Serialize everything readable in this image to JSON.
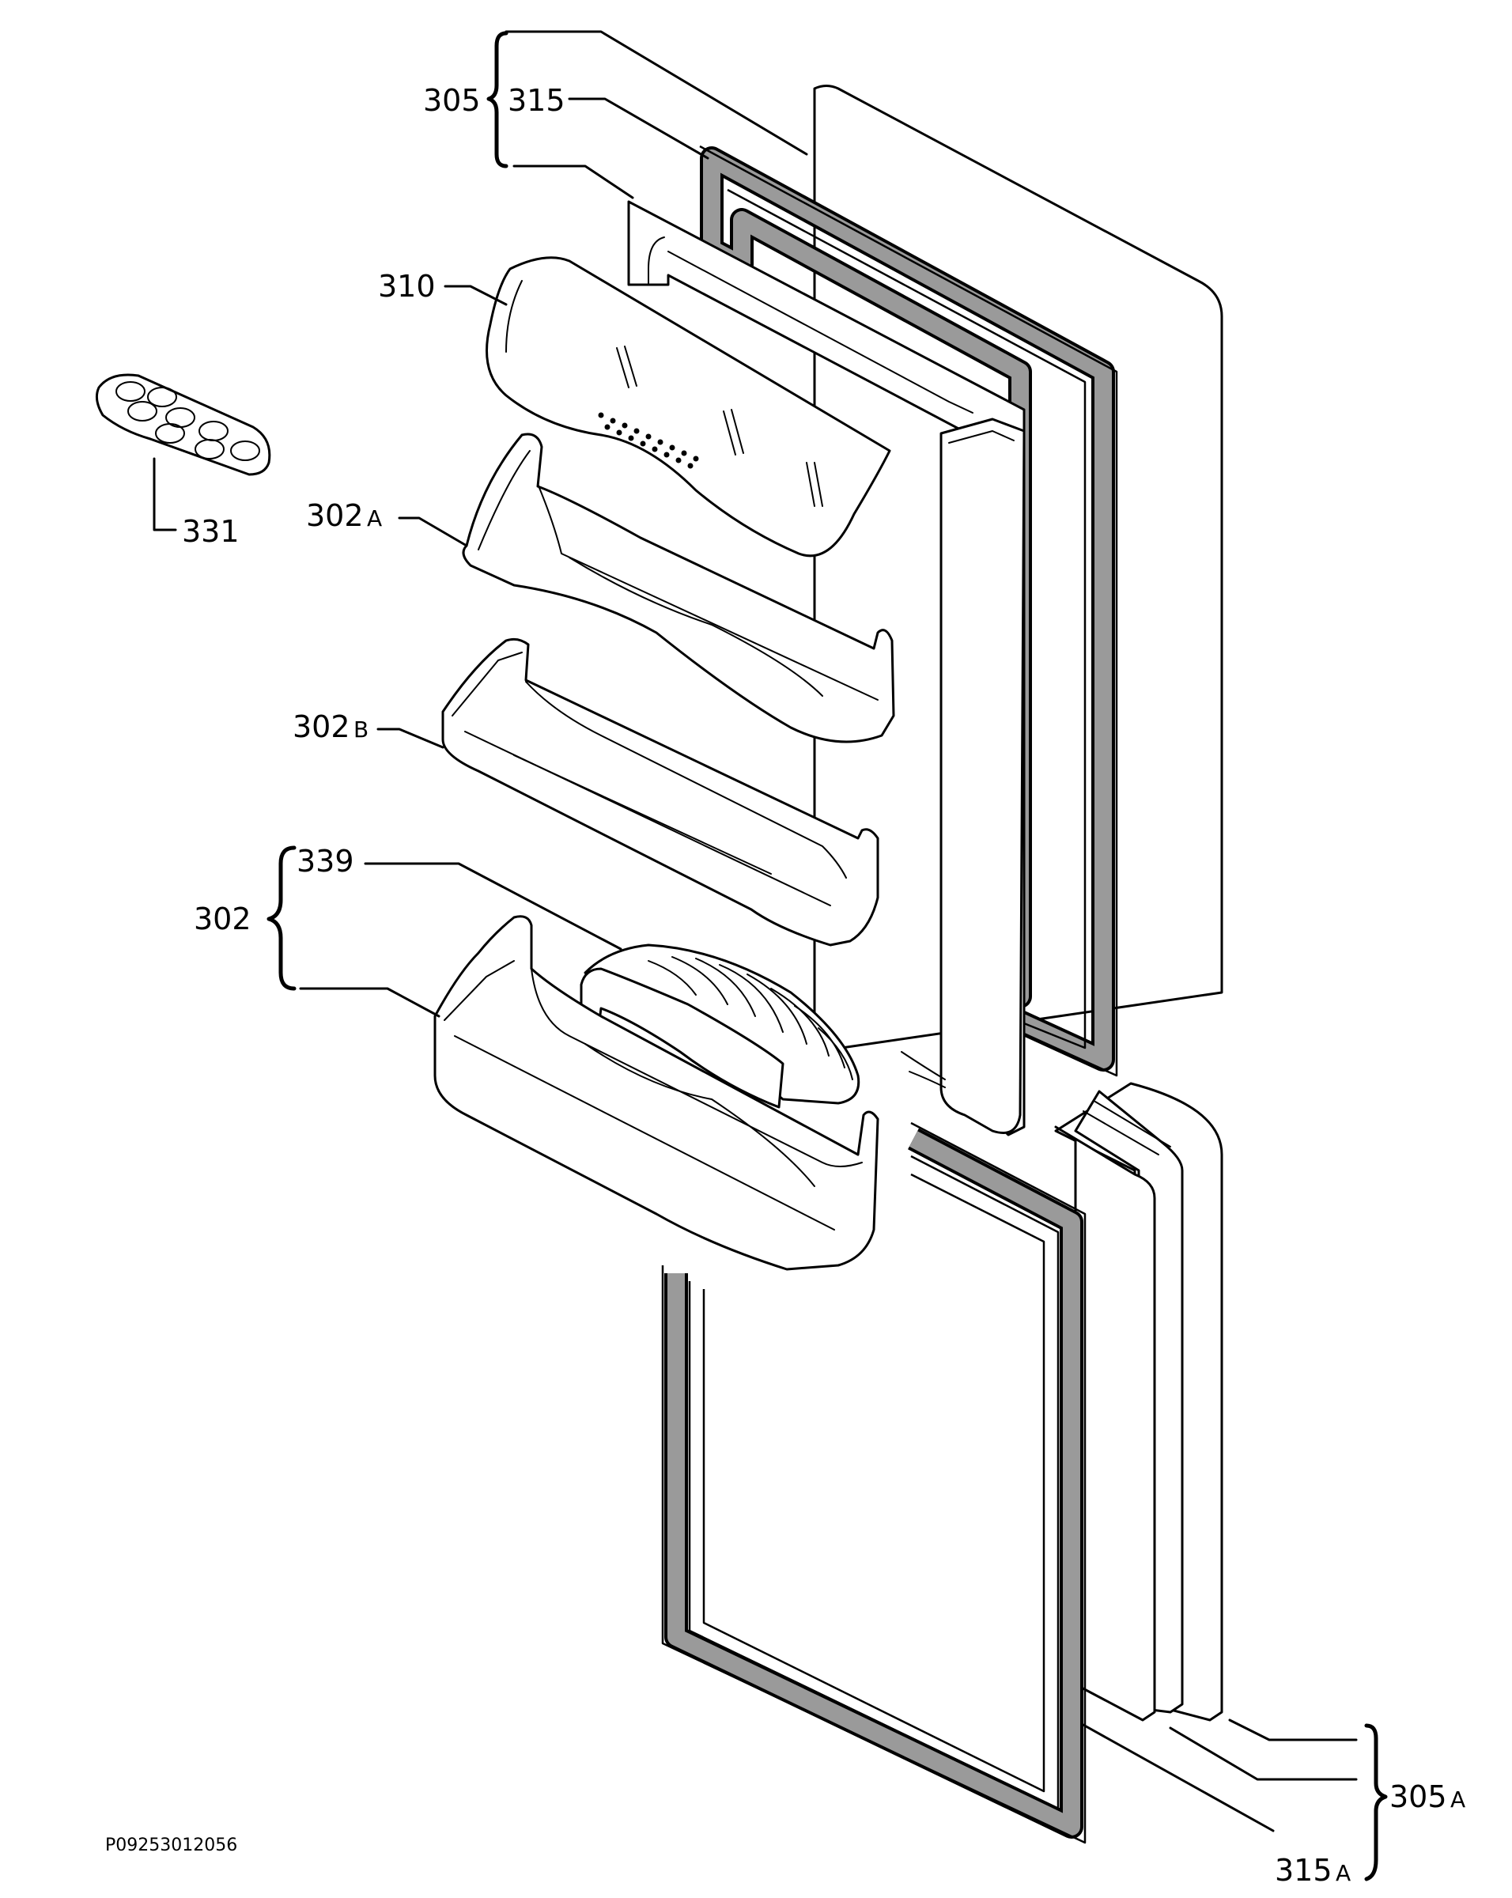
{
  "labels": {
    "l305": "305",
    "l315": "315",
    "l310": "310",
    "l331": "331",
    "l302a_num": "302",
    "l302a_sfx": "A",
    "l302b_num": "302",
    "l302b_sfx": "B",
    "l339": "339",
    "l302": "302",
    "l305a_num": "305",
    "l305a_sfx": "A",
    "l315a_num": "315",
    "l315a_sfx": "A"
  },
  "footer": {
    "drawing_code": "P09253012056"
  }
}
